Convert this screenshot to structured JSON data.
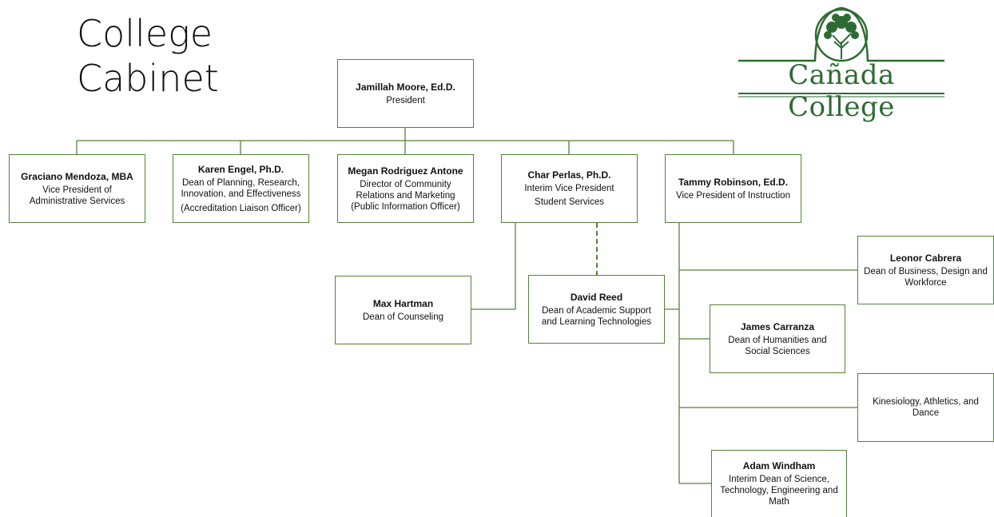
{
  "title": [
    "College",
    "Cabinet"
  ],
  "logo": {
    "text": "Cañada College",
    "icon": "oak-tree-arch-icon",
    "color": "#2e6b34"
  },
  "colors": {
    "line": "#548235",
    "border": "#548235"
  },
  "nodes": [
    {
      "id": "president",
      "name": "Jamillah Moore, Ed.D.",
      "lines": [
        "President"
      ]
    },
    {
      "id": "vp-admin",
      "name": "Graciano Mendoza, MBA",
      "lines": [
        "Vice President of",
        "Administrative Services"
      ]
    },
    {
      "id": "dean-planning",
      "name": "Karen Engel, Ph.D.",
      "lines": [
        "Dean of Planning, Research,",
        "Innovation, and Effectiveness",
        "(Accreditation Liaison Officer)"
      ]
    },
    {
      "id": "director-community",
      "name": "Megan Rodriguez Antone",
      "lines": [
        "Director of Community",
        "Relations and Marketing",
        "(Public Information Officer)"
      ]
    },
    {
      "id": "vp-student",
      "name": "Char Perlas, Ph.D.",
      "lines": [
        "Interim Vice President",
        "Student Services"
      ]
    },
    {
      "id": "vp-instruction",
      "name": "Tammy Robinson, Ed.D.",
      "lines": [
        "Vice President of Instruction"
      ]
    },
    {
      "id": "dean-counseling",
      "name": "Max Hartman",
      "lines": [
        "Dean of Counseling"
      ]
    },
    {
      "id": "dean-academic-support",
      "name": "David Reed",
      "lines": [
        "Dean of Academic Support",
        "and Learning Technologies"
      ]
    },
    {
      "id": "dean-business",
      "name": "Leonor Cabrera",
      "lines": [
        "Dean of Business, Design and",
        "Workforce"
      ]
    },
    {
      "id": "dean-humanities",
      "name": "James Carranza",
      "lines": [
        "Dean of Humanities and",
        "Social Sciences"
      ]
    },
    {
      "id": "kinesiology",
      "name": "",
      "lines": [
        "Kinesiology,  Athletics, and",
        "Dance"
      ]
    },
    {
      "id": "dean-science",
      "name": "Adam Windham",
      "lines": [
        "Interim Dean of Science,",
        "Technology, Engineering and",
        "Math"
      ]
    }
  ]
}
